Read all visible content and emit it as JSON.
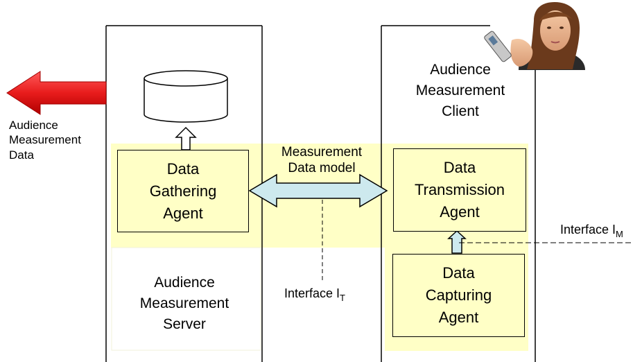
{
  "output": {
    "label_lines": [
      "Audience",
      "Measurement",
      "Data"
    ]
  },
  "server": {
    "title_lines": [
      "Audience",
      "Measurement",
      "Server"
    ],
    "agent_lines": [
      "Data",
      "Gathering",
      "Agent"
    ]
  },
  "client": {
    "title_lines": [
      "Audience",
      "Measurement",
      "Client"
    ],
    "transmission_lines": [
      "Data",
      "Transmission",
      "Agent"
    ],
    "capturing_lines": [
      "Data",
      "Capturing",
      "Agent"
    ]
  },
  "link": {
    "model_lines": [
      "Measurement",
      "Data model"
    ],
    "interface_t": {
      "text": "Interface I",
      "subscript": "T"
    },
    "interface_m": {
      "text": "Interface I",
      "subscript": "M"
    }
  },
  "colors": {
    "band": "#ffffc6",
    "agent_box": "#ffffc6",
    "output_arrow": "#ee2222",
    "model_arrow": "#cde9ee"
  },
  "icons": {
    "database": "database-icon",
    "user_photo": "woman-with-phone-photo"
  }
}
